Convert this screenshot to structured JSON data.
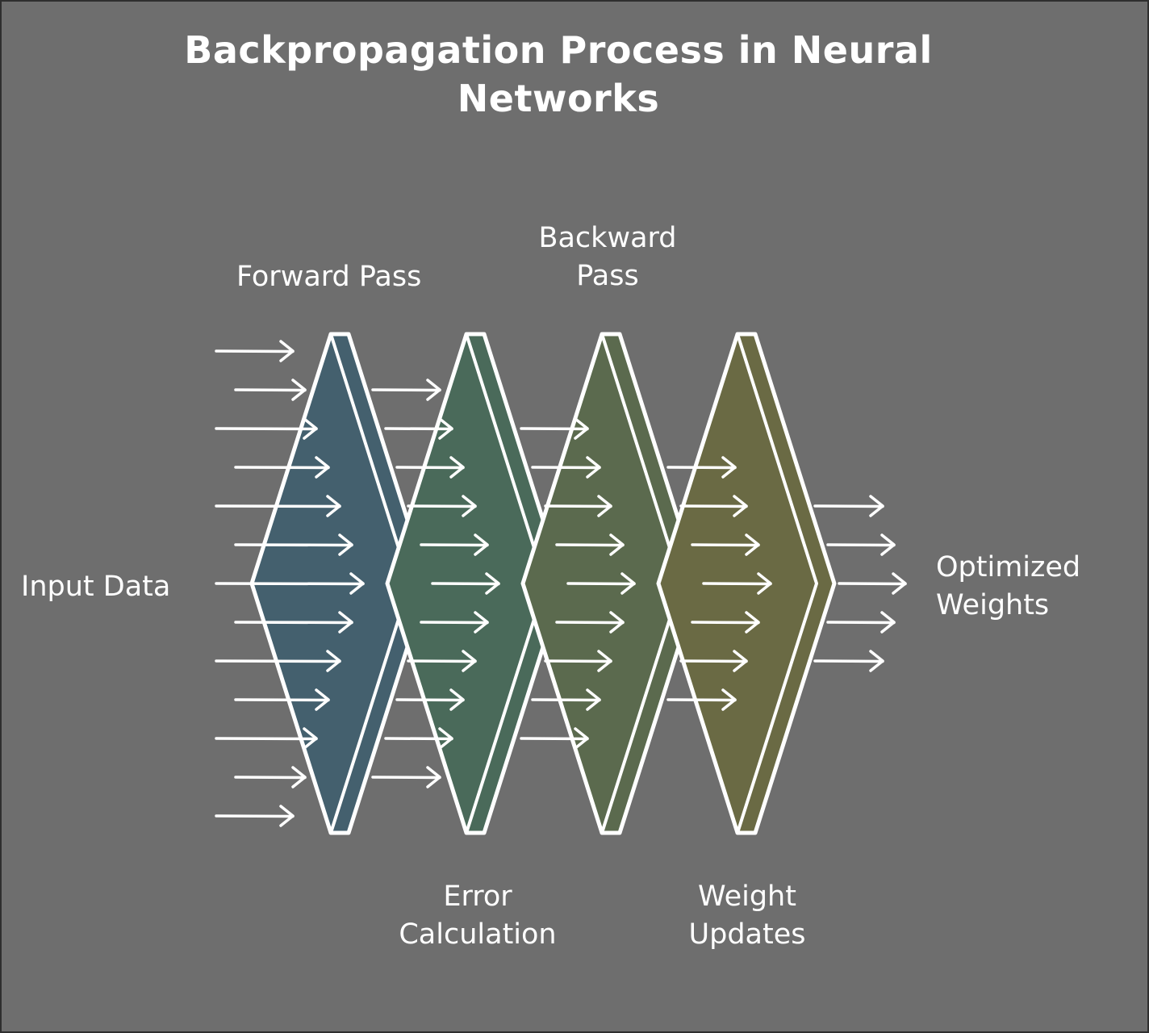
{
  "title": "Backpropagation Process in Neural Networks",
  "labels": {
    "input": "Input Data",
    "forward_pass": "Forward Pass",
    "backward_pass_line1": "Backward",
    "backward_pass_line2": "Pass",
    "error_line1": "Error",
    "error_line2": "Calculation",
    "weight_line1": "Weight",
    "weight_line2": "Updates",
    "output_line1": "Optimized",
    "output_line2": "Weights"
  },
  "stages": [
    {
      "name": "forward-pass",
      "color": "#44606e"
    },
    {
      "name": "error-calculation",
      "color": "#4a6a5a"
    },
    {
      "name": "backward-pass",
      "color": "#5b6a4e"
    },
    {
      "name": "weight-updates",
      "color": "#6a6a44"
    }
  ],
  "colors": {
    "background": "#6e6e6e",
    "stroke": "#ffffff"
  }
}
